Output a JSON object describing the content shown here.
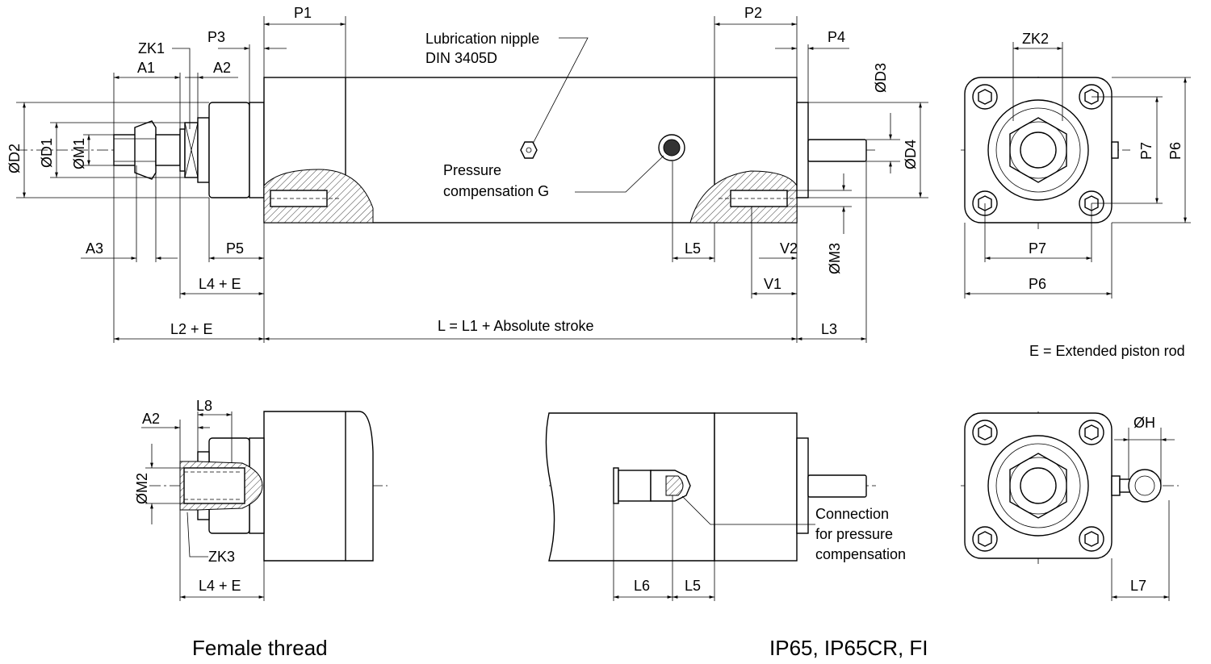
{
  "labels": {
    "p1": "P1",
    "p2": "P2",
    "p3": "P3",
    "p4": "P4",
    "zk1": "ZK1",
    "a1": "A1",
    "a2": "A2",
    "d2": "ØD2",
    "d1": "ØD1",
    "m1": "ØM1",
    "d3": "ØD3",
    "d4": "ØD4",
    "lub1": "Lubrication nipple",
    "lub2": "DIN 3405D",
    "pc1": "Pressure",
    "pc2": "compensation G",
    "a3": "A3",
    "p5": "P5",
    "l4e": "L4 + E",
    "l2e": "L2 + E",
    "lmain": "L = L1 + Absolute stroke",
    "l3": "L3",
    "l5": "L5",
    "v2": "V2",
    "m3": "ØM3",
    "v1": "V1",
    "zk2": "ZK2",
    "p7": "P7",
    "p6": "P6",
    "p7b": "P7",
    "p6b": "P6",
    "ext": "E = Extended piston rod",
    "a2b": "A2",
    "l8": "L8",
    "m2": "ØM2",
    "zk3": "ZK3",
    "l4e2": "L4 + E",
    "l6": "L6",
    "l5b": "L5",
    "conn1": "Connection",
    "conn2": "for pressure",
    "conn3": "compensation",
    "h": "ØH",
    "l7": "L7",
    "cap1": "Female thread",
    "cap2": "IP65, IP65CR, FI"
  }
}
